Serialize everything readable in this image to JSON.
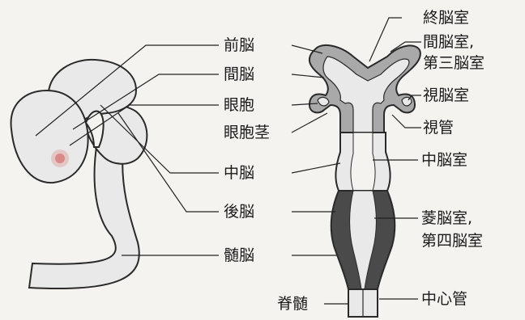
{
  "left_labels": {
    "forebrain": "前脳",
    "diencephalon": "間脳",
    "optic_vesicle": "眼胞",
    "optic_stalk": "眼胞茎",
    "midbrain": "中脳",
    "hindbrain": "後脳",
    "myelencephalon": "髄脳",
    "spinal_cord": "脊髄"
  },
  "right_labels": {
    "telencephalic_ventricle": "終脳室",
    "diencephalic_ventricle_line1": "間脳室,",
    "diencephalic_ventricle_line2": "第三脳室",
    "optic_ventricle": "視脳室",
    "optic_duct": "視管",
    "midbrain_ventricle": "中脳室",
    "rhombencephalic_line1": "菱脳室,",
    "rhombencephalic_line2": "第四脳室",
    "central_canal": "中心管"
  },
  "colors": {
    "background": "#f4f3f0",
    "tissue_light": "#e9e9e9",
    "tissue_forebrain": "#a9a9a9",
    "tissue_hindbrain": "#4a4a4a",
    "eye_spot": "#d98a86",
    "outline": "#2a2a2a"
  }
}
